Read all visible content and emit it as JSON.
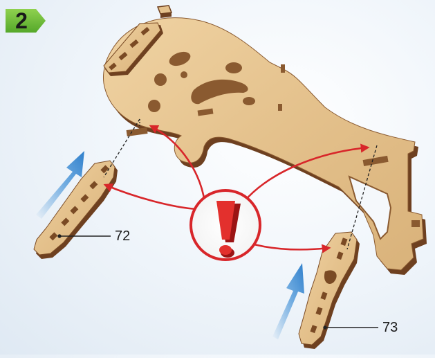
{
  "step": {
    "number": "2"
  },
  "callouts": [
    {
      "id": "part-72",
      "label": "72"
    },
    {
      "id": "part-73",
      "label": "73"
    }
  ],
  "icons": [
    "warning-exclamation-icon",
    "insert-direction-arrow-icon",
    "alignment-arrow-icon"
  ],
  "colors": {
    "step_badge": "#6cbf3a",
    "plywood": "#e3c08c",
    "plywood_edge": "#7a4a24",
    "warning_red": "#d8262a",
    "guide_arrow": "#d8262a",
    "motion_arrow": "#3d8ed6"
  }
}
